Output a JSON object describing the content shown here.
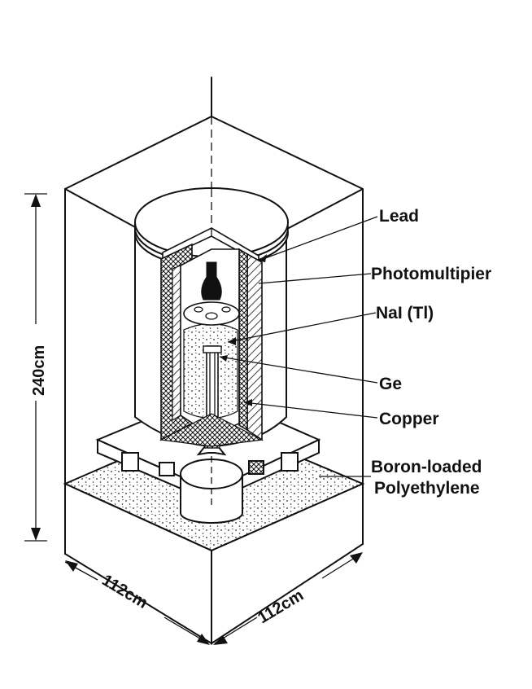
{
  "labels": {
    "lead": "Lead",
    "photomultiplier": "Photomultipier",
    "nai": "NaI (Tl)",
    "ge": "Ge",
    "copper": "Copper",
    "boron_line1": "Boron-loaded",
    "boron_line2": "Polyethylene"
  },
  "dimensions": {
    "height": "240cm",
    "depth_left": "112cm",
    "depth_right": "112cm"
  }
}
